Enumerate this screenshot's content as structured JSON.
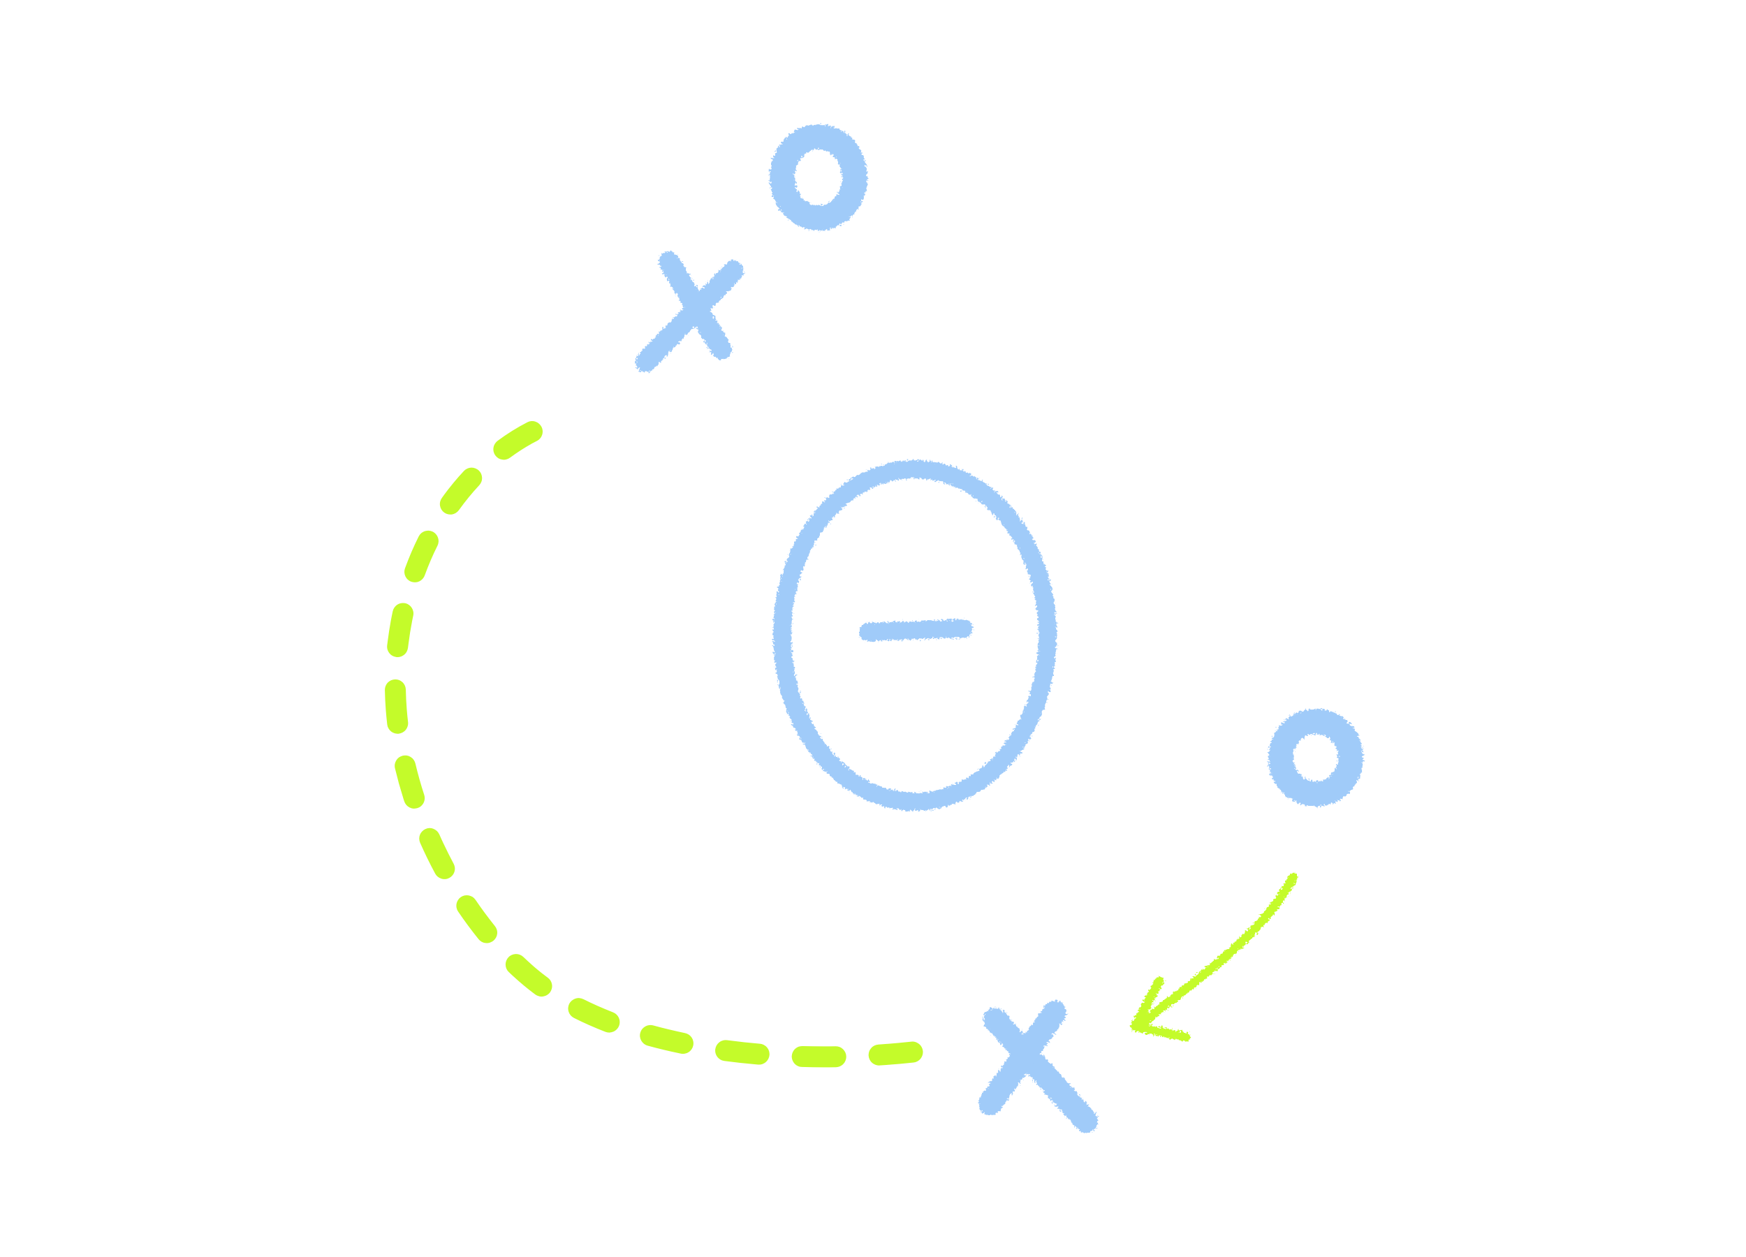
{
  "diagram": {
    "background": "#ffffff",
    "colors": {
      "symbol": "#a0cbf9",
      "arrow": "#c4fb2a"
    },
    "elements": [
      {
        "id": "theta",
        "icon": "theta-symbol"
      },
      {
        "id": "x-top",
        "icon": "x-mark-icon"
      },
      {
        "id": "o-top",
        "icon": "circle-o-icon"
      },
      {
        "id": "o-right",
        "icon": "circle-o-icon"
      },
      {
        "id": "x-bottom",
        "icon": "x-mark-icon"
      },
      {
        "id": "dashed-arc",
        "icon": "dashed-arc-path"
      },
      {
        "id": "arrow-o-to-x",
        "icon": "curved-arrow-icon"
      }
    ]
  }
}
